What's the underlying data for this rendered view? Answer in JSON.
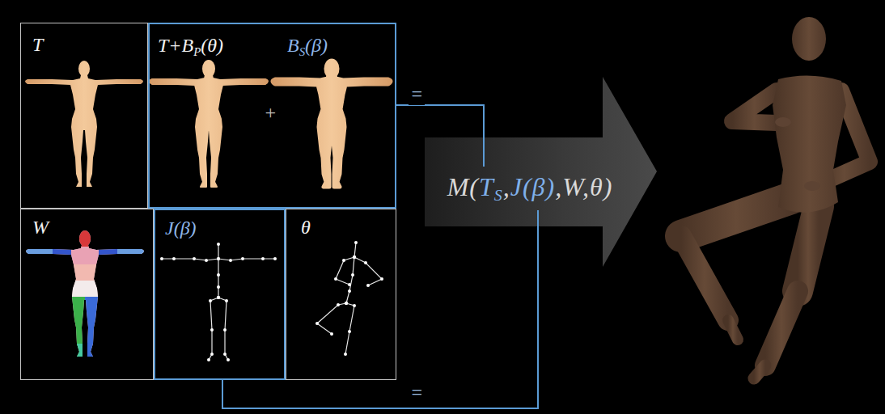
{
  "diagram": {
    "nodes": [
      {
        "text": [
          "T"
        ]
      },
      {
        "text": [
          "T+BP(θ)",
          "BS(β)"
        ]
      },
      {
        "text": [
          "W"
        ]
      },
      {
        "text": [
          "J(β)"
        ]
      },
      {
        "text": [
          "θ"
        ]
      },
      {
        "text": [
          "M(TS,J(β),W,θ)"
        ]
      }
    ],
    "edges": [
      {
        "from": 1,
        "to": 5,
        "arrow": "none",
        "label": "="
      },
      {
        "from": 3,
        "to": 5,
        "arrow": "none",
        "label": "="
      }
    ],
    "labels": [
      "+"
    ]
  }
}
